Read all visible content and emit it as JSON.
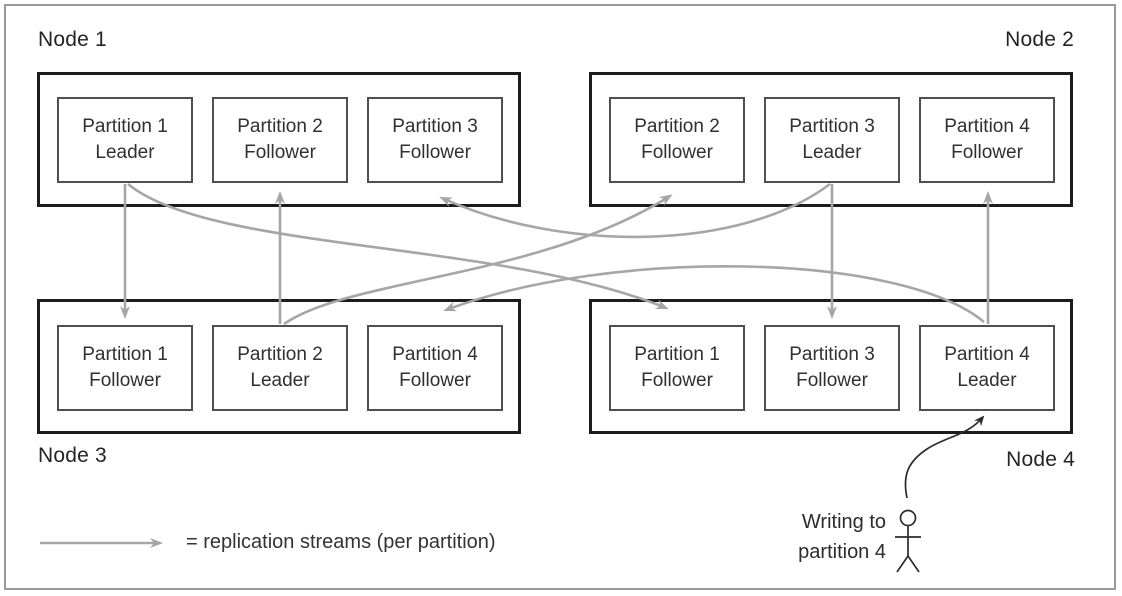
{
  "colors": {
    "stream_arrow": "#a6a6a6",
    "write_arrow": "#2b2b2b",
    "node_border": "#1c1c1c",
    "partition_border": "#4f4f4f",
    "text": "#2b2b2b"
  },
  "nodes": [
    {
      "label": "Node 1",
      "partitions": [
        {
          "name": "Partition 1",
          "role": "Leader"
        },
        {
          "name": "Partition 2",
          "role": "Follower"
        },
        {
          "name": "Partition 3",
          "role": "Follower"
        }
      ]
    },
    {
      "label": "Node 2",
      "partitions": [
        {
          "name": "Partition 2",
          "role": "Follower"
        },
        {
          "name": "Partition 3",
          "role": "Leader"
        },
        {
          "name": "Partition 4",
          "role": "Follower"
        }
      ]
    },
    {
      "label": "Node 3",
      "partitions": [
        {
          "name": "Partition 1",
          "role": "Follower"
        },
        {
          "name": "Partition 2",
          "role": "Leader"
        },
        {
          "name": "Partition 4",
          "role": "Follower"
        }
      ]
    },
    {
      "label": "Node 4",
      "partitions": [
        {
          "name": "Partition 1",
          "role": "Follower"
        },
        {
          "name": "Partition 3",
          "role": "Follower"
        },
        {
          "name": "Partition 4",
          "role": "Leader"
        }
      ]
    }
  ],
  "streams": [
    {
      "partition": "Partition 1",
      "from": "Node 1 (Leader)",
      "to": "Node 3 (Follower)"
    },
    {
      "partition": "Partition 1",
      "from": "Node 1 (Leader)",
      "to": "Node 4 (Follower)"
    },
    {
      "partition": "Partition 2",
      "from": "Node 3 (Leader)",
      "to": "Node 1 (Follower)"
    },
    {
      "partition": "Partition 2",
      "from": "Node 3 (Leader)",
      "to": "Node 2 (Follower)"
    },
    {
      "partition": "Partition 3",
      "from": "Node 2 (Leader)",
      "to": "Node 1 (Follower)"
    },
    {
      "partition": "Partition 3",
      "from": "Node 2 (Leader)",
      "to": "Node 4 (Follower)"
    },
    {
      "partition": "Partition 4",
      "from": "Node 4 (Leader)",
      "to": "Node 2 (Follower)"
    },
    {
      "partition": "Partition 4",
      "from": "Node 4 (Leader)",
      "to": "Node 3 (Follower)"
    }
  ],
  "legend": {
    "label": "= replication streams (per partition)"
  },
  "annotation": {
    "line1": "Writing to",
    "line2": "partition 4"
  }
}
